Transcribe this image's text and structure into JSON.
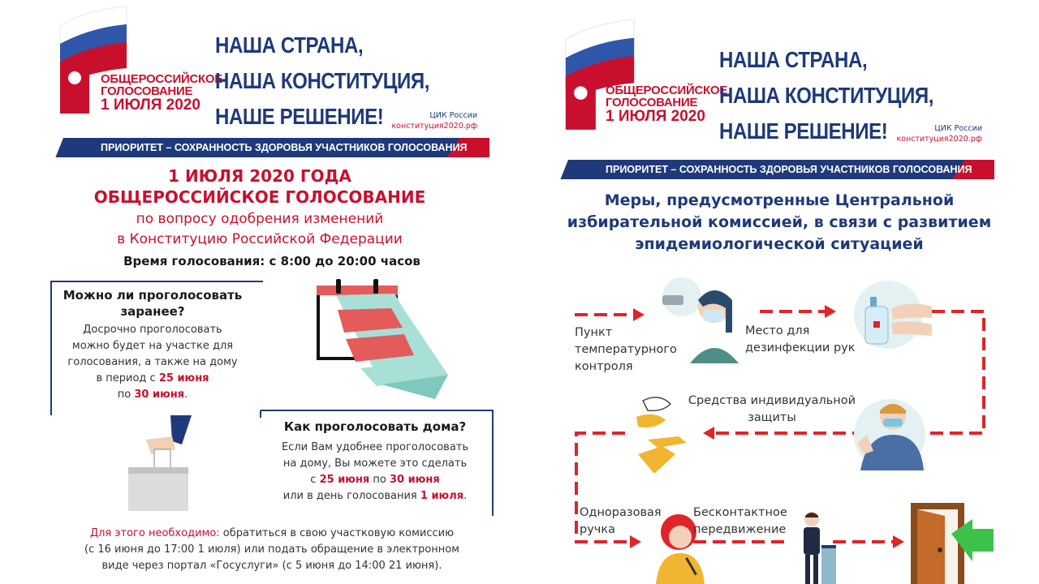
{
  "left": {
    "logo": {
      "line1": "ОБЩЕРОССИЙСКОЕ",
      "line2": "ГОЛОСОВАНИЕ",
      "line3": "1 ИЮЛЯ 2020"
    },
    "slogan": [
      "НАША СТРАНА,",
      "НАША КОНСТИТУЦИЯ,",
      "НАШЕ РЕШЕНИЕ!"
    ],
    "cik": {
      "org": "ЦИК России",
      "url": "конституция2020.рф"
    },
    "banner": "ПРИОРИТЕТ – СОХРАННОСТЬ ЗДОРОВЬЯ УЧАСТНИКОВ ГОЛОСОВАНИЯ",
    "title1": "1 ИЮЛЯ 2020 ГОДА",
    "title2": "ОБЩЕРОССИЙСКОЕ ГОЛОСОВАНИЕ",
    "subtitle1": "по вопросу одобрения изменений",
    "subtitle2": "в Конституцию Российской Федерации",
    "time": "Время голосования: с 8:00 до 20:00 часов",
    "q1": {
      "title1": "Можно ли проголосовать",
      "title2": "заранее?",
      "body1": "Досрочно проголосовать",
      "body2": "можно будет на участке для",
      "body3": "голосования, а также на дому",
      "body4a": "в период с ",
      "body4b": "25 июня",
      "body5a": "по ",
      "body5b": "30 июня",
      "body5c": "."
    },
    "q2": {
      "title": "Как проголосовать дома?",
      "body1": "Если Вам удобнее проголосовать",
      "body2": "на дому, Вы можете это сделать",
      "body3a": "с ",
      "body3b": "25 июня",
      "body3c": " по ",
      "body3d": "30 июня",
      "body4a": "или в день голосования ",
      "body4b": "1 июля",
      "body4c": "."
    },
    "footer": {
      "lead": "Для этого необходимо:",
      "line1": " обратиться в свою участковую комиссию",
      "line2": "(с 16 июня до 17:00 1 июля) или подать обращение в электронном",
      "line3": "виде через портал «Госуслуги» (с 5 июня до 14:00 21 июня)."
    }
  },
  "right": {
    "logo": {
      "line1": "ОБЩЕРОССИЙСКОЕ",
      "line2": "ГОЛОСОВАНИЕ",
      "line3": "1 ИЮЛЯ 2020"
    },
    "slogan": [
      "НАША СТРАНА,",
      "НАША КОНСТИТУЦИЯ,",
      "НАШЕ РЕШЕНИЕ!"
    ],
    "cik": {
      "org": "ЦИК России",
      "url": "конституция2020.рф"
    },
    "banner": "ПРИОРИТЕТ – СОХРАННОСТЬ ЗДОРОВЬЯ УЧАСТНИКОВ ГОЛОСОВАНИЯ",
    "measures": [
      "Меры, предусмотренные Центральной",
      "избирательной комиссией, в связи с развитием",
      "эпидемиологической ситуацией"
    ],
    "steps": {
      "temp": [
        "Пункт",
        "температурного",
        "контроля"
      ],
      "disinfect": [
        "Место для",
        "дезинфекции рук"
      ],
      "ppe": [
        "Средства индивидуальной",
        "защиты"
      ],
      "pen": [
        "Одноразовая",
        "ручка"
      ],
      "contactless": [
        "Бесконтактное",
        "передвижение"
      ]
    }
  },
  "colors": {
    "red": "#c8102e",
    "blue": "#1f3a7a"
  }
}
